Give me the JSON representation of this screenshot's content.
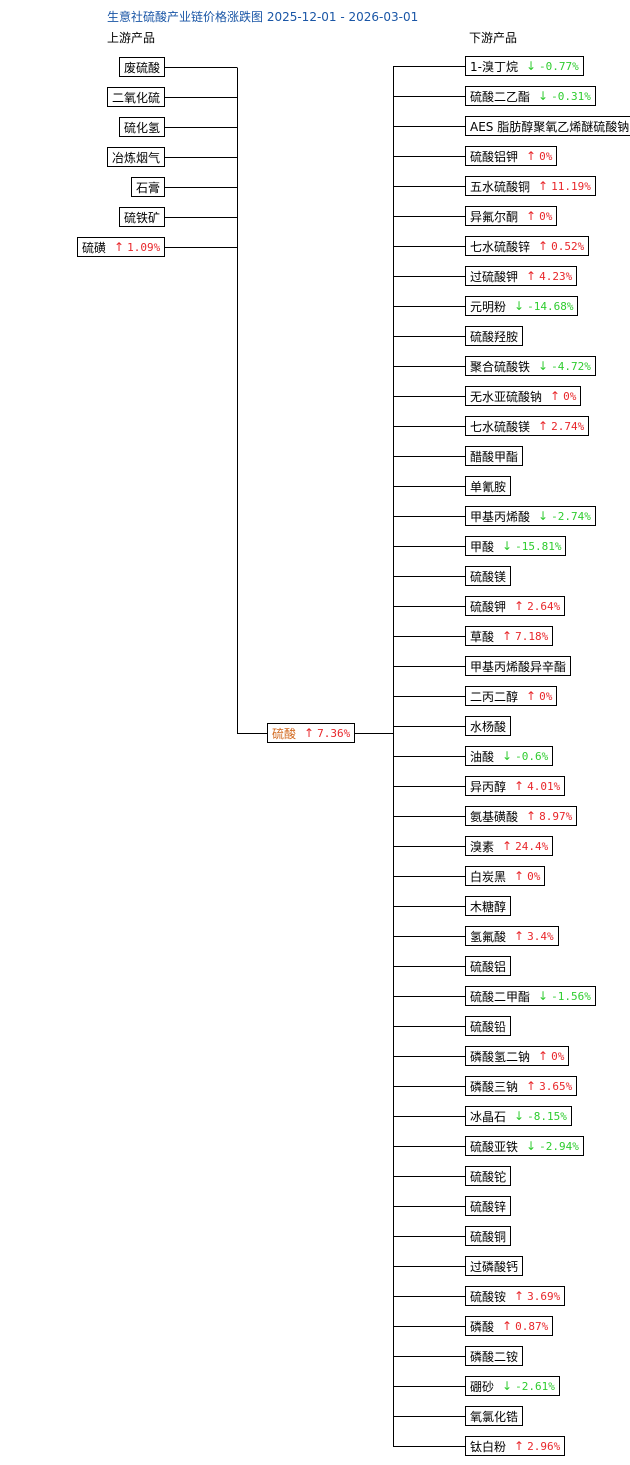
{
  "title": "生意社硫酸产业链价格涨跌图 2025-12-01 - 2026-03-01",
  "upstream_label": "上游产品",
  "downstream_label": "下游产品",
  "colors": {
    "up": "#e8262a",
    "down": "#2ecc2e",
    "center": "#d2691e",
    "title": "#1a56a6"
  },
  "center": {
    "name": "硫酸",
    "dir": "up",
    "pct": "7.36%"
  },
  "upstream": [
    {
      "name": "废硫酸",
      "dir": "",
      "pct": ""
    },
    {
      "name": "二氧化硫",
      "dir": "",
      "pct": ""
    },
    {
      "name": "硫化氢",
      "dir": "",
      "pct": ""
    },
    {
      "name": "冶炼烟气",
      "dir": "",
      "pct": ""
    },
    {
      "name": "石膏",
      "dir": "",
      "pct": ""
    },
    {
      "name": "硫铁矿",
      "dir": "",
      "pct": ""
    },
    {
      "name": "硫磺",
      "dir": "up",
      "pct": "1.09%"
    }
  ],
  "downstream": [
    {
      "name": "1-溴丁烷",
      "dir": "down",
      "pct": "-0.77%"
    },
    {
      "name": "硫酸二乙酯",
      "dir": "down",
      "pct": "-0.31%"
    },
    {
      "name": "AES 脂肪醇聚氧乙烯醚硫酸钠",
      "dir": "",
      "pct": ""
    },
    {
      "name": "硫酸铝钾",
      "dir": "up",
      "pct": "0%"
    },
    {
      "name": "五水硫酸铜",
      "dir": "up",
      "pct": "11.19%"
    },
    {
      "name": "异氟尔酮",
      "dir": "up",
      "pct": "0%"
    },
    {
      "name": "七水硫酸锌",
      "dir": "up",
      "pct": "0.52%"
    },
    {
      "name": "过硫酸钾",
      "dir": "up",
      "pct": "4.23%"
    },
    {
      "name": "元明粉",
      "dir": "down",
      "pct": "-14.68%"
    },
    {
      "name": "硫酸羟胺",
      "dir": "",
      "pct": ""
    },
    {
      "name": "聚合硫酸铁",
      "dir": "down",
      "pct": "-4.72%"
    },
    {
      "name": "无水亚硫酸钠",
      "dir": "up",
      "pct": "0%"
    },
    {
      "name": "七水硫酸镁",
      "dir": "up",
      "pct": "2.74%"
    },
    {
      "name": "醋酸甲酯",
      "dir": "",
      "pct": ""
    },
    {
      "name": "单氰胺",
      "dir": "",
      "pct": ""
    },
    {
      "name": "甲基丙烯酸",
      "dir": "down",
      "pct": "-2.74%"
    },
    {
      "name": "甲酸",
      "dir": "down",
      "pct": "-15.81%"
    },
    {
      "name": "硫酸镁",
      "dir": "",
      "pct": ""
    },
    {
      "name": "硫酸钾",
      "dir": "up",
      "pct": "2.64%"
    },
    {
      "name": "草酸",
      "dir": "up",
      "pct": "7.18%"
    },
    {
      "name": "甲基丙烯酸异辛酯",
      "dir": "",
      "pct": ""
    },
    {
      "name": "二丙二醇",
      "dir": "up",
      "pct": "0%"
    },
    {
      "name": "水杨酸",
      "dir": "",
      "pct": ""
    },
    {
      "name": "油酸",
      "dir": "down",
      "pct": "-0.6%"
    },
    {
      "name": "异丙醇",
      "dir": "up",
      "pct": "4.01%"
    },
    {
      "name": "氨基磺酸",
      "dir": "up",
      "pct": "8.97%"
    },
    {
      "name": "溴素",
      "dir": "up",
      "pct": "24.4%"
    },
    {
      "name": "白炭黑",
      "dir": "up",
      "pct": "0%"
    },
    {
      "name": "木糖醇",
      "dir": "",
      "pct": ""
    },
    {
      "name": "氢氟酸",
      "dir": "up",
      "pct": "3.4%"
    },
    {
      "name": "硫酸铝",
      "dir": "",
      "pct": ""
    },
    {
      "name": "硫酸二甲酯",
      "dir": "down",
      "pct": "-1.56%"
    },
    {
      "name": "硫酸铅",
      "dir": "",
      "pct": ""
    },
    {
      "name": "磷酸氢二钠",
      "dir": "up",
      "pct": "0%"
    },
    {
      "name": "磷酸三钠",
      "dir": "up",
      "pct": "3.65%"
    },
    {
      "name": "冰晶石",
      "dir": "down",
      "pct": "-8.15%"
    },
    {
      "name": "硫酸亚铁",
      "dir": "down",
      "pct": "-2.94%"
    },
    {
      "name": "硫酸铊",
      "dir": "",
      "pct": ""
    },
    {
      "name": "硫酸锌",
      "dir": "",
      "pct": ""
    },
    {
      "name": "硫酸铜",
      "dir": "",
      "pct": ""
    },
    {
      "name": "过磷酸钙",
      "dir": "",
      "pct": ""
    },
    {
      "name": "硫酸铵",
      "dir": "up",
      "pct": "3.69%"
    },
    {
      "name": "磷酸",
      "dir": "up",
      "pct": "0.87%"
    },
    {
      "name": "磷酸二铵",
      "dir": "",
      "pct": ""
    },
    {
      "name": "硼砂",
      "dir": "down",
      "pct": "-2.61%"
    },
    {
      "name": "氧氯化锆",
      "dir": "",
      "pct": ""
    },
    {
      "name": "钛白粉",
      "dir": "up",
      "pct": "2.96%"
    }
  ]
}
